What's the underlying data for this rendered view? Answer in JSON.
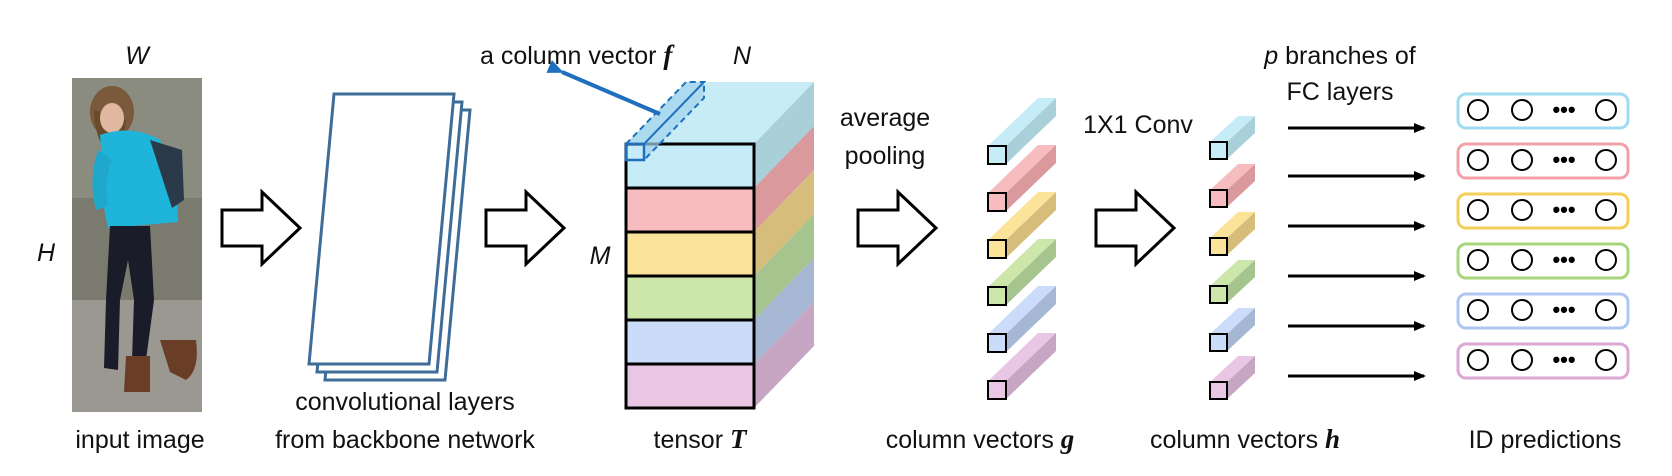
{
  "labels": {
    "dim_w": "W",
    "dim_h": "H",
    "input_image": "input image",
    "conv_line1": "convolutional layers",
    "conv_line2": "from backbone network",
    "column_vector_prefix": "a column vector ",
    "column_vector_symbol": "f",
    "dim_n": "N",
    "dim_m": "M",
    "tensor_prefix": "tensor ",
    "tensor_symbol": "T",
    "avg_line1": "average",
    "avg_line2": "pooling",
    "conv1x1": "1X1 Conv",
    "col_g_prefix": "column vectors ",
    "col_g_symbol": "g",
    "p_symbol": "p",
    "branches_line1_rest": " branches of",
    "branches_line2": "FC layers",
    "col_h_prefix": "column vectors ",
    "col_h_symbol": "h",
    "id_predictions": "ID predictions",
    "ellipsis": "•••"
  },
  "stripes": [
    {
      "front": "#c6ecf7",
      "side": "#a9cfd9",
      "top": "#c8ecf6"
    },
    {
      "front": "#f7bcc0",
      "side": "#d9999d"
    },
    {
      "front": "#fce39a",
      "side": "#d6bd7c"
    },
    {
      "front": "#cde6aa",
      "side": "#a6c58e"
    },
    {
      "front": "#cbdcfa",
      "side": "#a6b7d4"
    },
    {
      "front": "#e8c6e4",
      "side": "#c6a6c3"
    }
  ],
  "parts": 6,
  "colors": {
    "arrow_blue": "#1f6fbf",
    "frame_blue": "#3f6d9a",
    "outline": "#000000"
  }
}
